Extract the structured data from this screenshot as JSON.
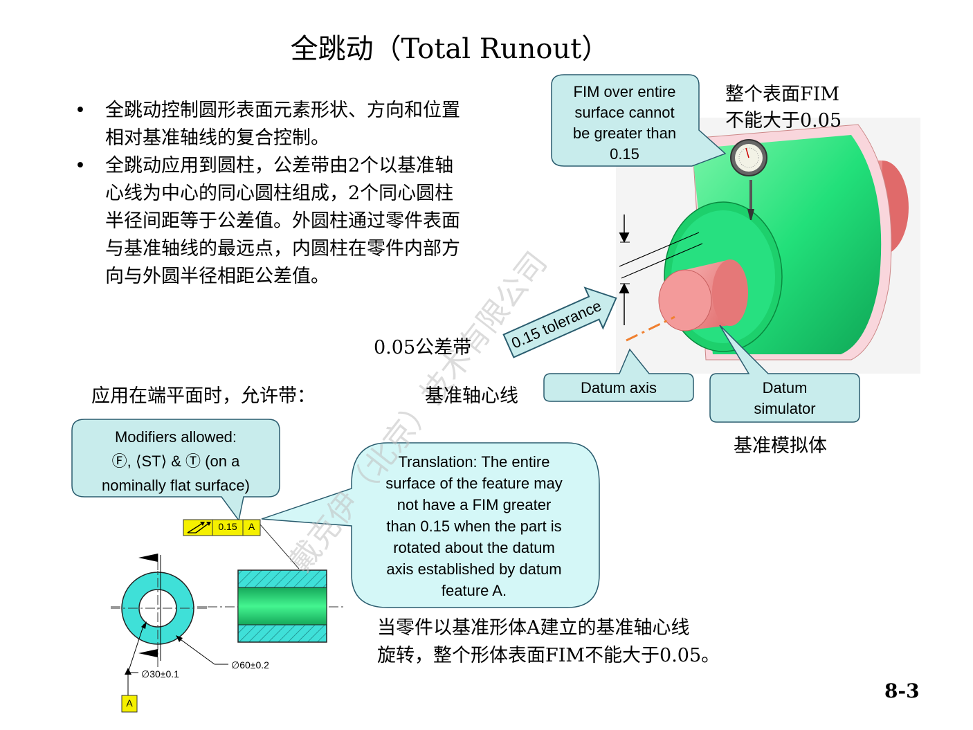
{
  "title": "全跳动（Total Runout）",
  "bullets": [
    "全跳动控制圆形表面元素形状、方向和位置相对基准轴线的复合控制。",
    "全跳动应用到圆柱，公差带由2个以基准轴心线为中心的同心圆柱组成，2个同心圆柱半径间距等于公差值。外圆柱通过零件表面与基准轴线的最远点，内圆柱在零件内部方向与外圆半径相距公差值。"
  ],
  "bullet_symbol": "•",
  "callouts": {
    "fim": [
      "FIM over entire",
      "surface cannot",
      "be greater than",
      "0.15"
    ],
    "datum_axis": "Datum axis",
    "datum_simulator": [
      "Datum",
      "simulator"
    ],
    "modifiers": [
      "Modifiers allowed:",
      "Ⓕ, ⟨ST⟩ & Ⓣ (on a",
      "nominally flat surface)"
    ],
    "translation": [
      "Translation:  The entire",
      "surface of the feature may",
      "not have a FIM greater",
      "than 0.15 when the part is",
      "rotated about the datum",
      "axis established by datum",
      "feature A."
    ]
  },
  "labels": {
    "fim_cn_1": "整个表面FIM",
    "fim_cn_2": "不能大于0.05",
    "tolerance_zone_cn": "0.05公差带",
    "tolerance_arrow": "0.15 tolerance",
    "flat_surface_cn": "应用在端平面时，允许带：",
    "datum_axis_cn": "基准轴心线",
    "datum_simulator_cn": "基准模拟体",
    "translation_cn_1": "当零件以基准形体A建立的基准轴心线",
    "translation_cn_2": "旋转，整个形体表面FIM不能大于0.05。",
    "page_number": "8-3",
    "watermark": "戴克伊（北京）技术有限公司"
  },
  "fcf": {
    "symbol": "total-runout-icon",
    "tolerance": "0.15",
    "datum": "A"
  },
  "drawing": {
    "inner_dia": "∅30±0.1",
    "outer_dia": "∅60±0.2",
    "datum_label": "A"
  },
  "colors": {
    "callout_fill": "#c8ecec",
    "callout_fill_light": "#d4f7f7",
    "part_green": "#22e07a",
    "shaft_pink": "#f08a8a",
    "fcf_yellow": "#f5f000",
    "section_cyan": "#3fe0d8"
  }
}
